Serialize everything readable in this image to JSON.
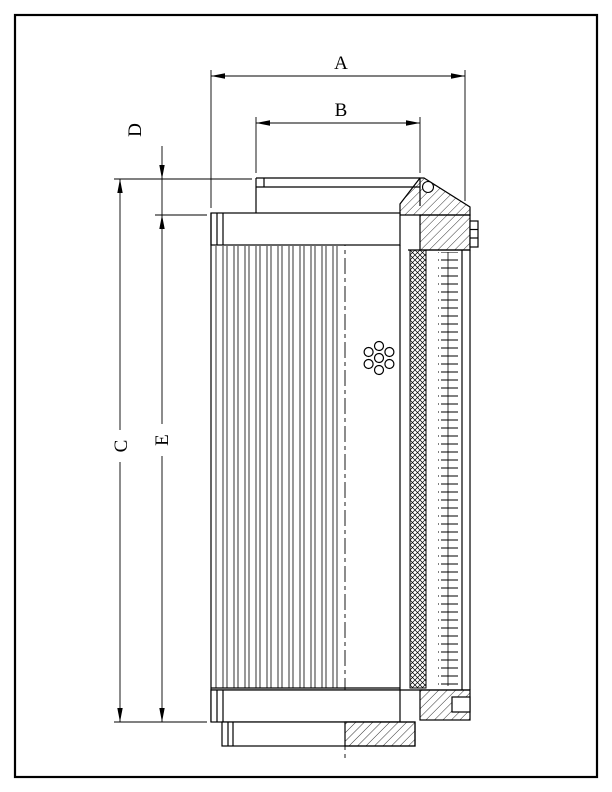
{
  "labels": {
    "A": "A",
    "B": "B",
    "C": "C",
    "D": "D",
    "E": "E"
  },
  "colors": {
    "line": "#000000",
    "background": "#ffffff"
  }
}
